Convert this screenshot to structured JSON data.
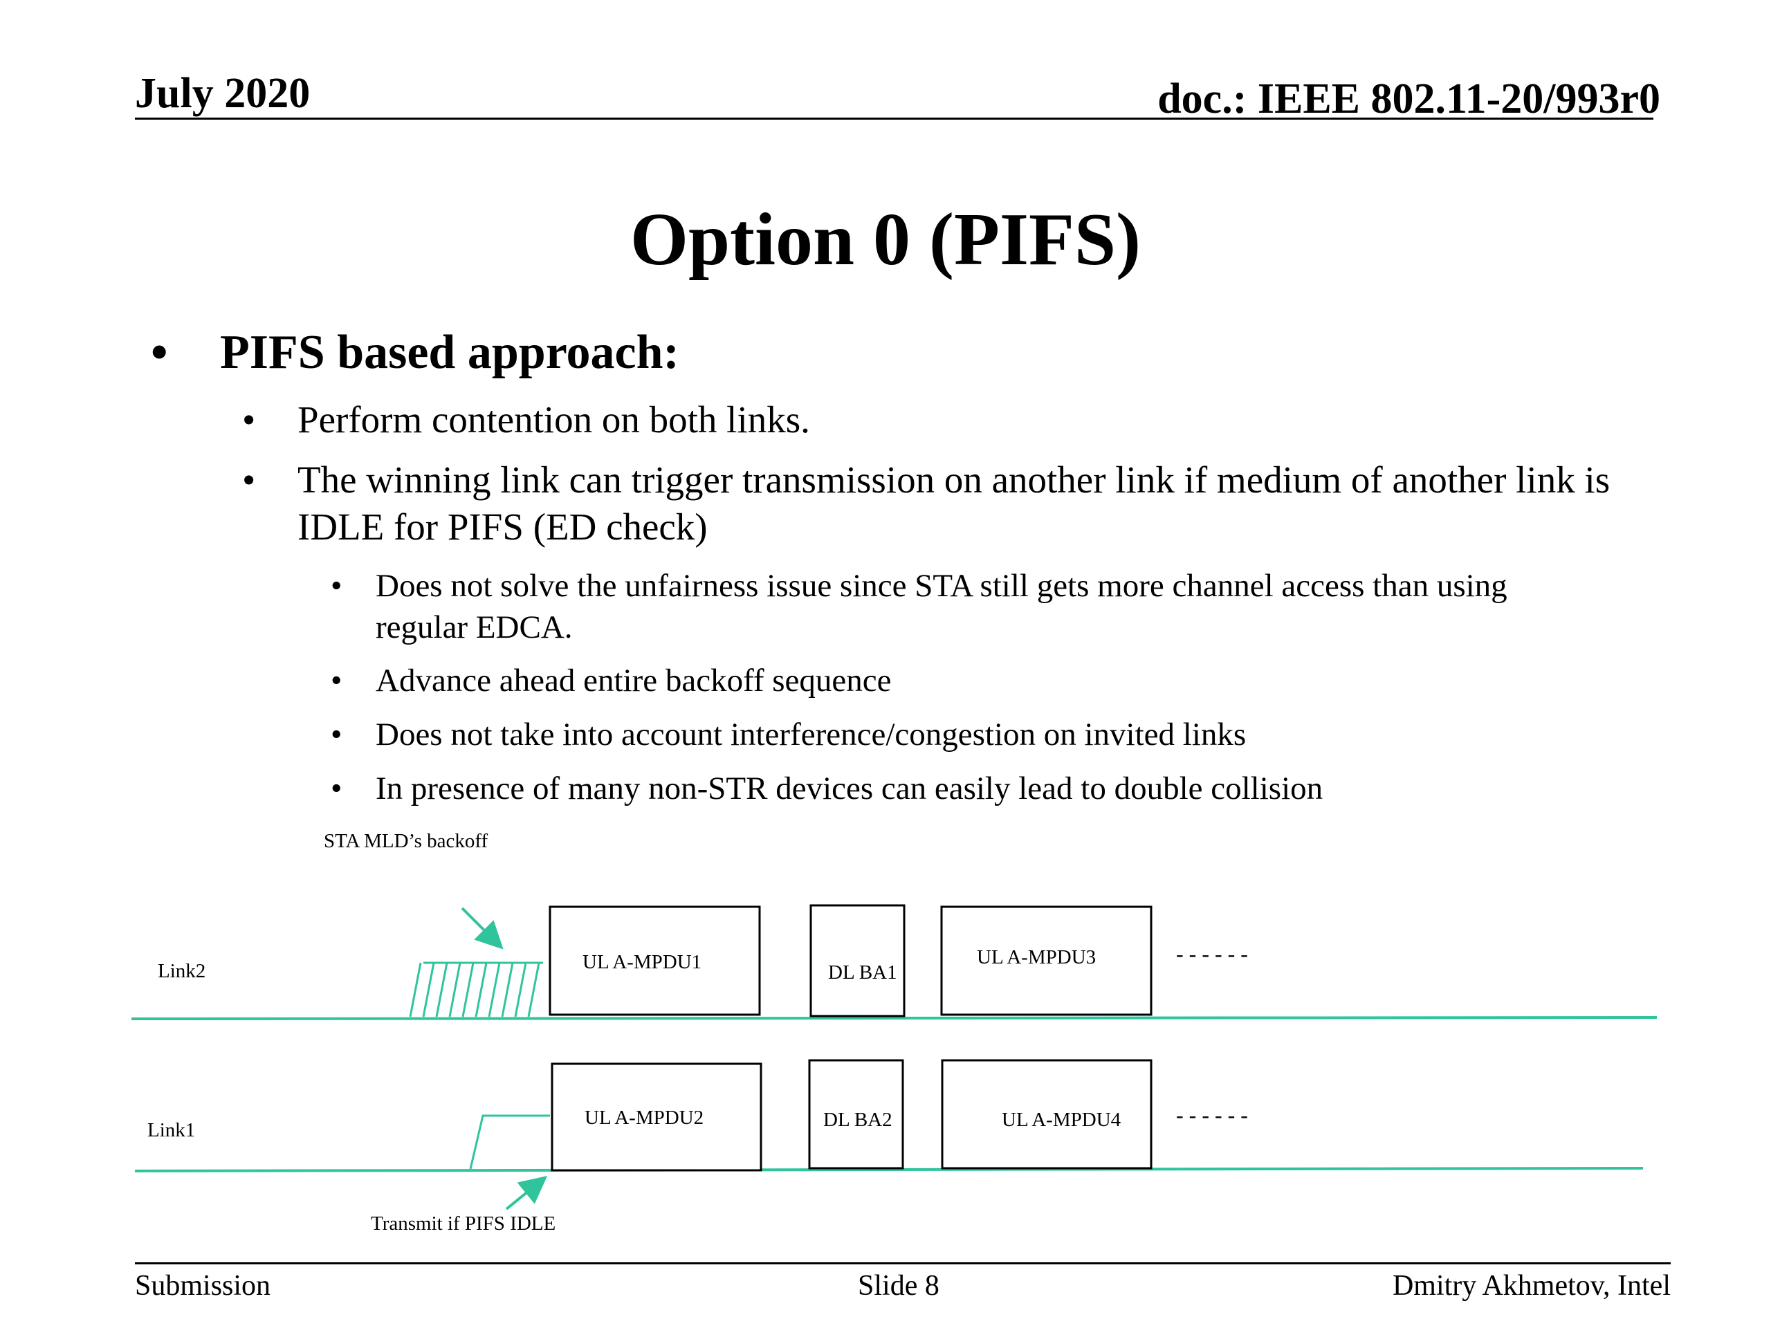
{
  "header": {
    "date": "July 2020",
    "doc_id": "doc.: IEEE 802.11-20/993r0"
  },
  "title": "Option 0 (PIFS)",
  "bullets": {
    "main": "PIFS based approach:",
    "sub": [
      "Perform contention on both links.",
      "The winning link can trigger transmission on another link if medium of another link is",
      "IDLE for PIFS (ED check)"
    ],
    "subsub": [
      "Does not solve the unfairness issue since STA still gets more channel access than using",
      "regular EDCA.",
      "Advance ahead entire backoff sequence",
      "Does not take into account interference/congestion on invited links",
      "In presence of many non-STR devices can easily lead to double collision"
    ],
    "bullet_char": "•"
  },
  "diagram": {
    "backoff_label": "STA  MLD’s backoff",
    "link2_label": "Link2",
    "link1_label": "Link1",
    "frames_link2": [
      "UL A-MPDU1",
      "DL BA1",
      "UL A-MPDU3"
    ],
    "frames_link1": [
      "UL A-MPDU2",
      "DL BA2",
      "UL A-MPDU4"
    ],
    "continuation": "------",
    "pifs_label": "Transmit if PIFS IDLE",
    "line_color": "#2fc49c"
  },
  "footer": {
    "left": "Submission",
    "center": "Slide 8",
    "right": "Dmitry Akhmetov, Intel"
  }
}
